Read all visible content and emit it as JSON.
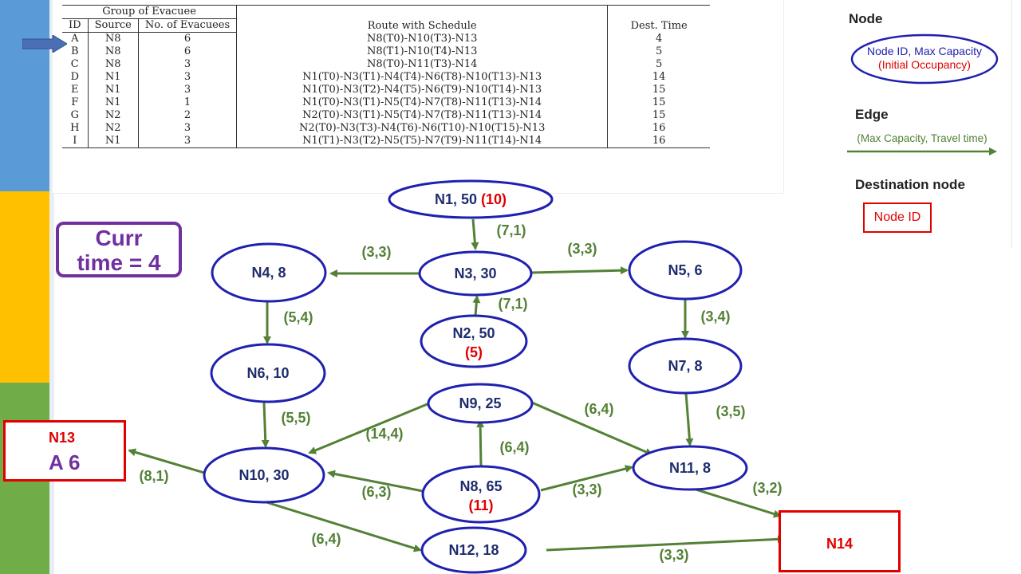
{
  "schedule_table": {
    "group_header": "Group of Evacuee",
    "columns": [
      "ID",
      "Source",
      "No. of Evacuees",
      "Route with Schedule",
      "Dest. Time"
    ],
    "rows": [
      [
        "A",
        "N8",
        "6",
        "N8(T0)-N10(T3)-N13",
        "4"
      ],
      [
        "B",
        "N8",
        "6",
        "N8(T1)-N10(T4)-N13",
        "5"
      ],
      [
        "C",
        "N8",
        "3",
        "N8(T0)-N11(T3)-N14",
        "5"
      ],
      [
        "D",
        "N1",
        "3",
        "N1(T0)-N3(T1)-N4(T4)-N6(T8)-N10(T13)-N13",
        "14"
      ],
      [
        "E",
        "N1",
        "3",
        "N1(T0)-N3(T2)-N4(T5)-N6(T9)-N10(T14)-N13",
        "15"
      ],
      [
        "F",
        "N1",
        "1",
        "N1(T0)-N3(T1)-N5(T4)-N7(T8)-N11(T13)-N14",
        "15"
      ],
      [
        "G",
        "N2",
        "2",
        "N2(T0)-N3(T1)-N5(T4)-N7(T8)-N11(T13)-N14",
        "15"
      ],
      [
        "H",
        "N2",
        "3",
        "N2(T0)-N3(T3)-N4(T6)-N6(T10)-N10(T15)-N13",
        "16"
      ],
      [
        "I",
        "N1",
        "3",
        "N1(T1)-N3(T2)-N5(T5)-N7(T9)-N11(T14)-N14",
        "16"
      ]
    ]
  },
  "legend": {
    "node_heading": "Node",
    "node_line1": "Node ID,  Max Capacity",
    "node_line2": "(Initial Occupancy)",
    "edge_heading": "Edge",
    "edge_text": "(Max Capacity, Travel time)",
    "dest_heading": "Destination node",
    "dest_text": "Node ID"
  },
  "current_time": {
    "line1": "Curr",
    "line2": "time = 4"
  },
  "colors": {
    "node_stroke": "#2020b0",
    "node_text": "#1f2d6e",
    "edge": "#538135",
    "dest": "#e00000",
    "occupancy": "#e00000",
    "evacuee_label": "#7030a0",
    "band_blue": "#5b9bd5",
    "band_gold": "#ffc000",
    "band_green": "#70ad47"
  },
  "nodes": [
    {
      "id": "N1",
      "label": "N1, 50 ",
      "occupancy": "(10)"
    },
    {
      "id": "N2",
      "label": "N2, 50",
      "occupancy": "(5)"
    },
    {
      "id": "N3",
      "label": "N3, 30",
      "occupancy": ""
    },
    {
      "id": "N4",
      "label": "N4, 8",
      "occupancy": ""
    },
    {
      "id": "N5",
      "label": "N5, 6",
      "occupancy": ""
    },
    {
      "id": "N6",
      "label": "N6, 10",
      "occupancy": ""
    },
    {
      "id": "N7",
      "label": "N7, 8",
      "occupancy": ""
    },
    {
      "id": "N8",
      "label": "N8, 65",
      "occupancy": "(11)"
    },
    {
      "id": "N9",
      "label": "N9, 25",
      "occupancy": ""
    },
    {
      "id": "N10",
      "label": "N10, 30",
      "occupancy": ""
    },
    {
      "id": "N11",
      "label": "N11, 8",
      "occupancy": ""
    },
    {
      "id": "N12",
      "label": "N12, 18",
      "occupancy": ""
    }
  ],
  "destinations": [
    {
      "id": "N13",
      "label": "N13",
      "evacuees": "A 6"
    },
    {
      "id": "N14",
      "label": "N14",
      "evacuees": ""
    }
  ],
  "edges": [
    {
      "from": "N1",
      "to": "N3",
      "label": "(7,1)"
    },
    {
      "from": "N2",
      "to": "N3",
      "label": "(7,1)"
    },
    {
      "from": "N3",
      "to": "N4",
      "label": "(3,3)"
    },
    {
      "from": "N3",
      "to": "N5",
      "label": "(3,3)"
    },
    {
      "from": "N4",
      "to": "N6",
      "label": "(5,4)"
    },
    {
      "from": "N5",
      "to": "N7",
      "label": "(3,4)"
    },
    {
      "from": "N6",
      "to": "N10",
      "label": "(5,5)"
    },
    {
      "from": "N7",
      "to": "N11",
      "label": "(3,5)"
    },
    {
      "from": "N9",
      "to": "N10",
      "label": "(14,4)"
    },
    {
      "from": "N9",
      "to": "N11",
      "label": "(6,4)"
    },
    {
      "from": "N8",
      "to": "N9",
      "label": "(6,4)"
    },
    {
      "from": "N8",
      "to": "N10",
      "label": "(6,3)"
    },
    {
      "from": "N8",
      "to": "N11",
      "label": "(3,3)"
    },
    {
      "from": "N10",
      "to": "N13",
      "label": "(8,1)"
    },
    {
      "from": "N10",
      "to": "N12",
      "label": "(6,4)"
    },
    {
      "from": "N11",
      "to": "N14",
      "label": "(3,2)"
    },
    {
      "from": "N12",
      "to": "N14",
      "label": "(3,3)"
    }
  ]
}
